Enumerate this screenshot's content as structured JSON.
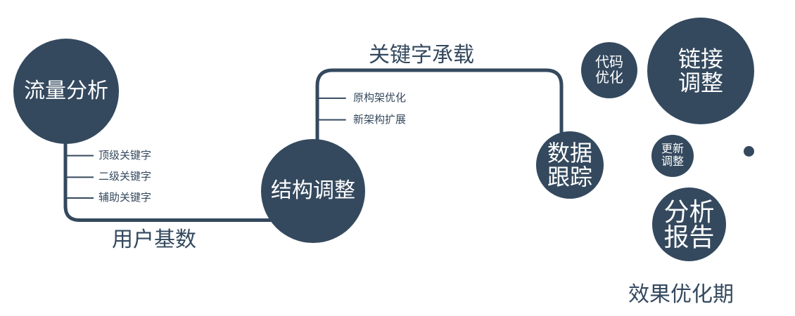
{
  "colors": {
    "primary": "#34495e",
    "background": "#ffffff",
    "node_text": "#ffffff"
  },
  "nodes": {
    "traffic": {
      "label": "流量分析"
    },
    "structure": {
      "label": "结构调整"
    },
    "tracking": {
      "label": "数据\n跟踪"
    },
    "code": {
      "label": "代码\n优化"
    },
    "link": {
      "label": "链接\n调整"
    },
    "update": {
      "label": "更新\n调整"
    },
    "report": {
      "label": "分析\n报告"
    }
  },
  "edge_labels": {
    "user_base": "用户基数",
    "keyword_load": "关键字承载",
    "effect_phase": "效果优化期"
  },
  "branch_labels": {
    "left_keywords": [
      "顶级关键字",
      "二级关键字",
      "辅助关键字"
    ],
    "top_architecture": [
      "原构架优化",
      "新架构扩展"
    ]
  }
}
